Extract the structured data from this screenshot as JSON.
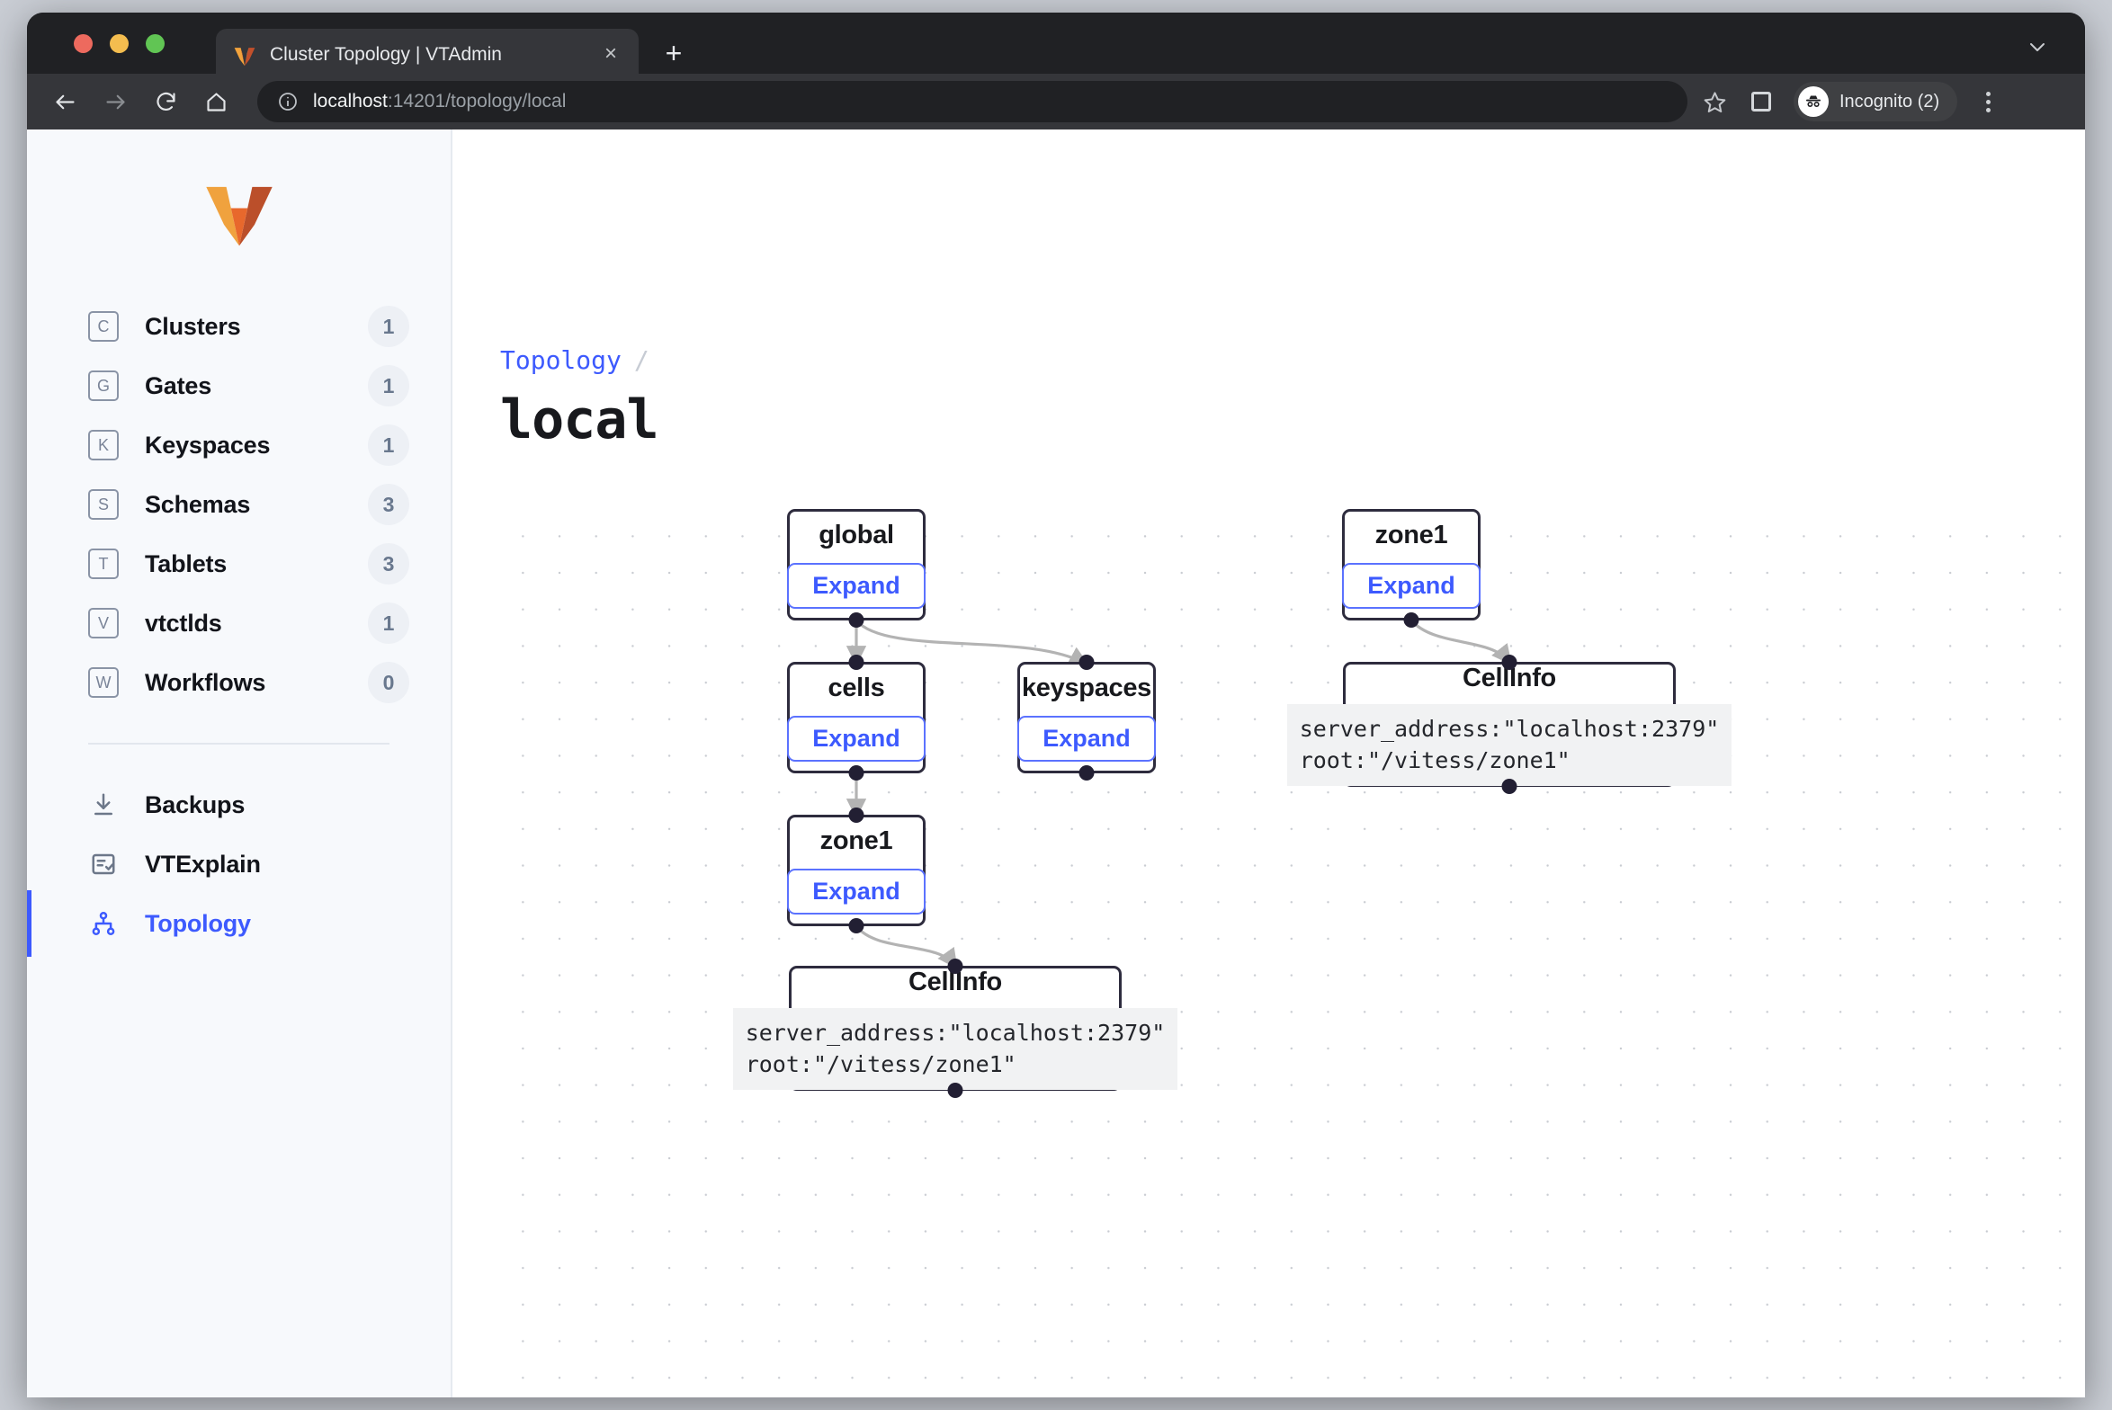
{
  "browser": {
    "tab": {
      "title": "Cluster Topology | VTAdmin",
      "favicon_name": "vitess-logo-icon",
      "close_label": "×"
    },
    "new_tab_label": "+",
    "tab_list_chevron": "⌄",
    "toolbar": {
      "back_label": "back-arrow",
      "forward_label": "forward-arrow",
      "reload_label": "reload",
      "home_label": "home",
      "url_host": "localhost",
      "url_path": ":14201/topology/local",
      "url_full": "localhost:14201/topology/local",
      "profile_label": "Incognito (2)"
    }
  },
  "sidebar": {
    "logo_name": "vitess-logo",
    "items": [
      {
        "icon_letter": "C",
        "label": "Clusters",
        "badge": "1"
      },
      {
        "icon_letter": "G",
        "label": "Gates",
        "badge": "1"
      },
      {
        "icon_letter": "K",
        "label": "Keyspaces",
        "badge": "1"
      },
      {
        "icon_letter": "S",
        "label": "Schemas",
        "badge": "3"
      },
      {
        "icon_letter": "T",
        "label": "Tablets",
        "badge": "3"
      },
      {
        "icon_letter": "V",
        "label": "vtctlds",
        "badge": "1"
      },
      {
        "icon_letter": "W",
        "label": "Workflows",
        "badge": "0"
      }
    ],
    "tools": [
      {
        "icon_name": "download-icon",
        "label": "Backups",
        "active": false
      },
      {
        "icon_name": "checklist-icon",
        "label": "VTExplain",
        "active": false
      },
      {
        "icon_name": "topology-icon",
        "label": "Topology",
        "active": true
      }
    ]
  },
  "main": {
    "breadcrumb": {
      "link": "Topology",
      "separator": "/"
    },
    "title": "local"
  },
  "graph": {
    "expand_label": "Expand",
    "nodes": [
      {
        "id": "global",
        "title": "global",
        "type": "expandable"
      },
      {
        "id": "cells",
        "title": "cells",
        "type": "expandable"
      },
      {
        "id": "keyspaces",
        "title": "keyspaces",
        "type": "expandable"
      },
      {
        "id": "zone1-left",
        "title": "zone1",
        "type": "expandable"
      },
      {
        "id": "zone1-right",
        "title": "zone1",
        "type": "expandable"
      },
      {
        "id": "cellinfo-right",
        "title": "CellInfo",
        "type": "info",
        "code": "server_address:\"localhost:2379\"\nroot:\"/vitess/zone1\""
      },
      {
        "id": "cellinfo-bottom",
        "title": "CellInfo",
        "type": "info",
        "code": "server_address:\"localhost:2379\"\nroot:\"/vitess/zone1\""
      }
    ],
    "edges": [
      {
        "from": "global",
        "to": "cells"
      },
      {
        "from": "global",
        "to": "keyspaces"
      },
      {
        "from": "cells",
        "to": "zone1-left"
      },
      {
        "from": "zone1-left",
        "to": "cellinfo-bottom"
      },
      {
        "from": "zone1-right",
        "to": "cellinfo-right"
      }
    ]
  },
  "colors": {
    "accent": "#3d5afe",
    "node_border": "#2e2c3e",
    "edge": "#b0b0b0",
    "sidebar_bg": "#f7f9fc",
    "chrome_bg": "#202124"
  }
}
